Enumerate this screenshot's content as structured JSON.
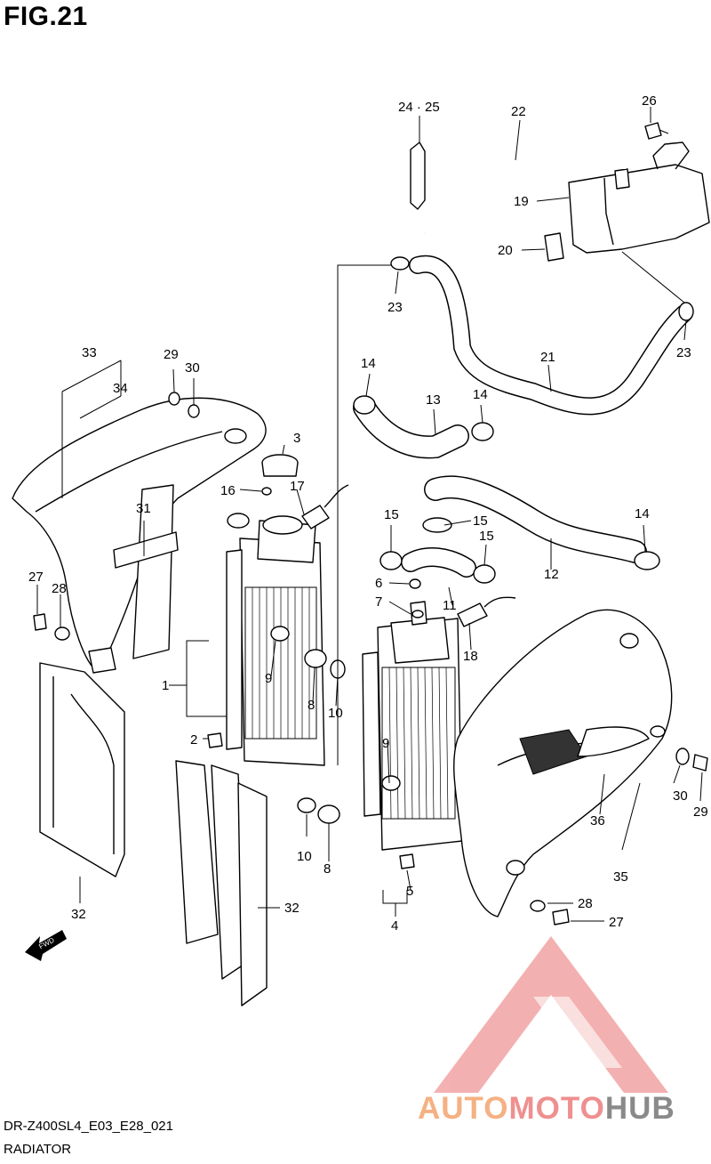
{
  "figure": {
    "title": "FIG.21",
    "model_code": "DR-Z400SL4_E03_E28_021",
    "name": "RADIATOR",
    "fwd_mark": "FWD"
  },
  "brand": {
    "part1": "AUTO",
    "part2": "MOTO",
    "part3": "HUB",
    "color_auto": "#f5b183",
    "color_moto": "#ef8f8f",
    "color_hub": "#8a8a8a",
    "logo_color": "#f09a9a"
  },
  "callouts": [
    {
      "id": "c24-25",
      "text": "24 · 25"
    },
    {
      "id": "c22",
      "text": "22"
    },
    {
      "id": "c26",
      "text": "26"
    },
    {
      "id": "c19",
      "text": "19"
    },
    {
      "id": "c20",
      "text": "20"
    },
    {
      "id": "c23a",
      "text": "23"
    },
    {
      "id": "c23b",
      "text": "23"
    },
    {
      "id": "c21",
      "text": "21"
    },
    {
      "id": "c33",
      "text": "33"
    },
    {
      "id": "c34",
      "text": "34"
    },
    {
      "id": "c29a",
      "text": "29"
    },
    {
      "id": "c30a",
      "text": "30"
    },
    {
      "id": "c14a",
      "text": "14"
    },
    {
      "id": "c13",
      "text": "13"
    },
    {
      "id": "c14b",
      "text": "14"
    },
    {
      "id": "c3",
      "text": "3"
    },
    {
      "id": "c16",
      "text": "16"
    },
    {
      "id": "c17",
      "text": "17"
    },
    {
      "id": "c31",
      "text": "31"
    },
    {
      "id": "c15a",
      "text": "15"
    },
    {
      "id": "c15b",
      "text": "15"
    },
    {
      "id": "c15c",
      "text": "15"
    },
    {
      "id": "c14c",
      "text": "14"
    },
    {
      "id": "c12",
      "text": "12"
    },
    {
      "id": "c27a",
      "text": "27"
    },
    {
      "id": "c28a",
      "text": "28"
    },
    {
      "id": "c6",
      "text": "6"
    },
    {
      "id": "c7",
      "text": "7"
    },
    {
      "id": "c11",
      "text": "11"
    },
    {
      "id": "c18",
      "text": "18"
    },
    {
      "id": "c1",
      "text": "1"
    },
    {
      "id": "c9a",
      "text": "9"
    },
    {
      "id": "c8a",
      "text": "8"
    },
    {
      "id": "c10a",
      "text": "10"
    },
    {
      "id": "c2",
      "text": "2"
    },
    {
      "id": "c9b",
      "text": "9"
    },
    {
      "id": "c30b",
      "text": "30"
    },
    {
      "id": "c29b",
      "text": "29"
    },
    {
      "id": "c36",
      "text": "36"
    },
    {
      "id": "c35",
      "text": "35"
    },
    {
      "id": "c10b",
      "text": "10"
    },
    {
      "id": "c8b",
      "text": "8"
    },
    {
      "id": "c5",
      "text": "5"
    },
    {
      "id": "c4",
      "text": "4"
    },
    {
      "id": "c32a",
      "text": "32"
    },
    {
      "id": "c32b",
      "text": "32"
    },
    {
      "id": "c28b",
      "text": "28"
    },
    {
      "id": "c27b",
      "text": "27"
    }
  ]
}
